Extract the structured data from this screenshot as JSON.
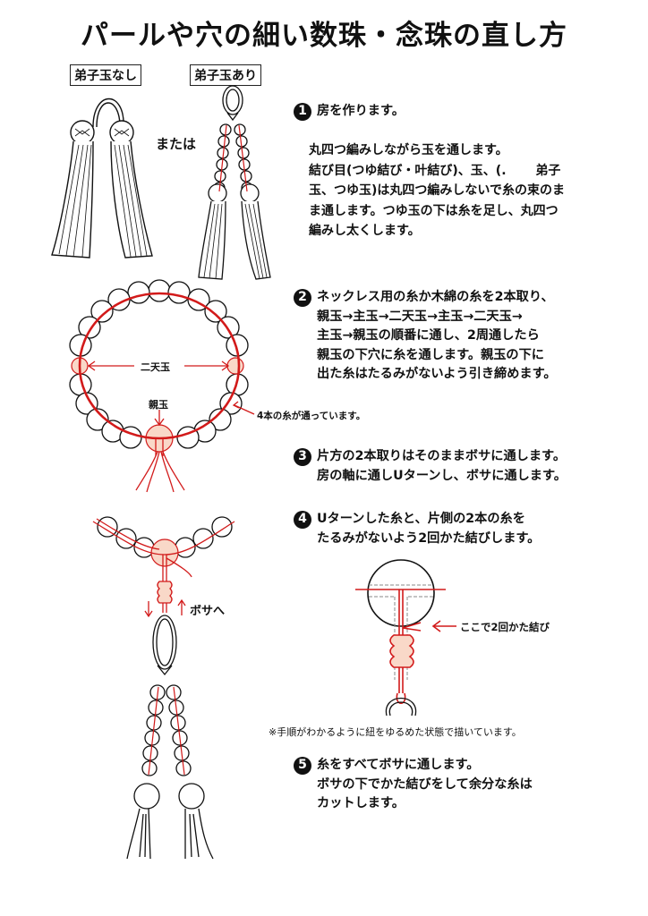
{
  "title": "パールや穴の細い数珠・念珠の直し方",
  "top_diagram": {
    "label_without": "弟子玉なし",
    "label_with": "弟子玉あり",
    "or_text": "または"
  },
  "steps": [
    {
      "number": "1",
      "heading": "房を作ります。",
      "body": [
        "丸四つ編みしながら玉を通します。",
        "結び目(つゆ結び・叶結び)、玉、(.　　 弟子",
        "玉、つゆ玉)は丸四つ編みしないで糸の束のま",
        "ま通します。つゆ玉の下は糸を足し、丸四つ",
        "編みし太くします。"
      ]
    },
    {
      "number": "2",
      "lines": [
        "ネックレス用の糸か木綿の糸を2本取り、",
        "親玉→主玉→二天玉→主玉→二天玉→",
        "主玉→親玉の順番に通し、2周通したら",
        "親玉の下穴に糸を通します。親玉の下に",
        "出た糸はたるみがないよう引き締めます。"
      ]
    },
    {
      "number": "3",
      "lines": [
        "片方の2本取りはそのままボサに通します。",
        "房の軸に通しUターンし、ボサに通します。"
      ]
    },
    {
      "number": "4",
      "lines": [
        "Uターンした糸と、片側の2本の糸を",
        "たるみがないよう2回かた結びします。"
      ]
    },
    {
      "number": "5",
      "lines": [
        "糸をすべてボサに通します。",
        "ボサの下でかた結びをして余分な糸は",
        "カットします。"
      ]
    }
  ],
  "ring_diagram": {
    "niten_label": "二天玉",
    "oya_label": "親玉",
    "thread_note": "4本の糸が通っています。"
  },
  "bosa_diagram": {
    "to_bosa": "ボサへ",
    "arrow_down": "↓",
    "arrow_up": "↑"
  },
  "knot_diagram": {
    "knot_label": "ここで2回かた結び"
  },
  "footnote": "※手順がわかるように紐をゆるめた状態で描いています。",
  "colors": {
    "thread_red": "#d21a1a",
    "bead_pink": "#f9d8c8",
    "ink": "#111111"
  }
}
